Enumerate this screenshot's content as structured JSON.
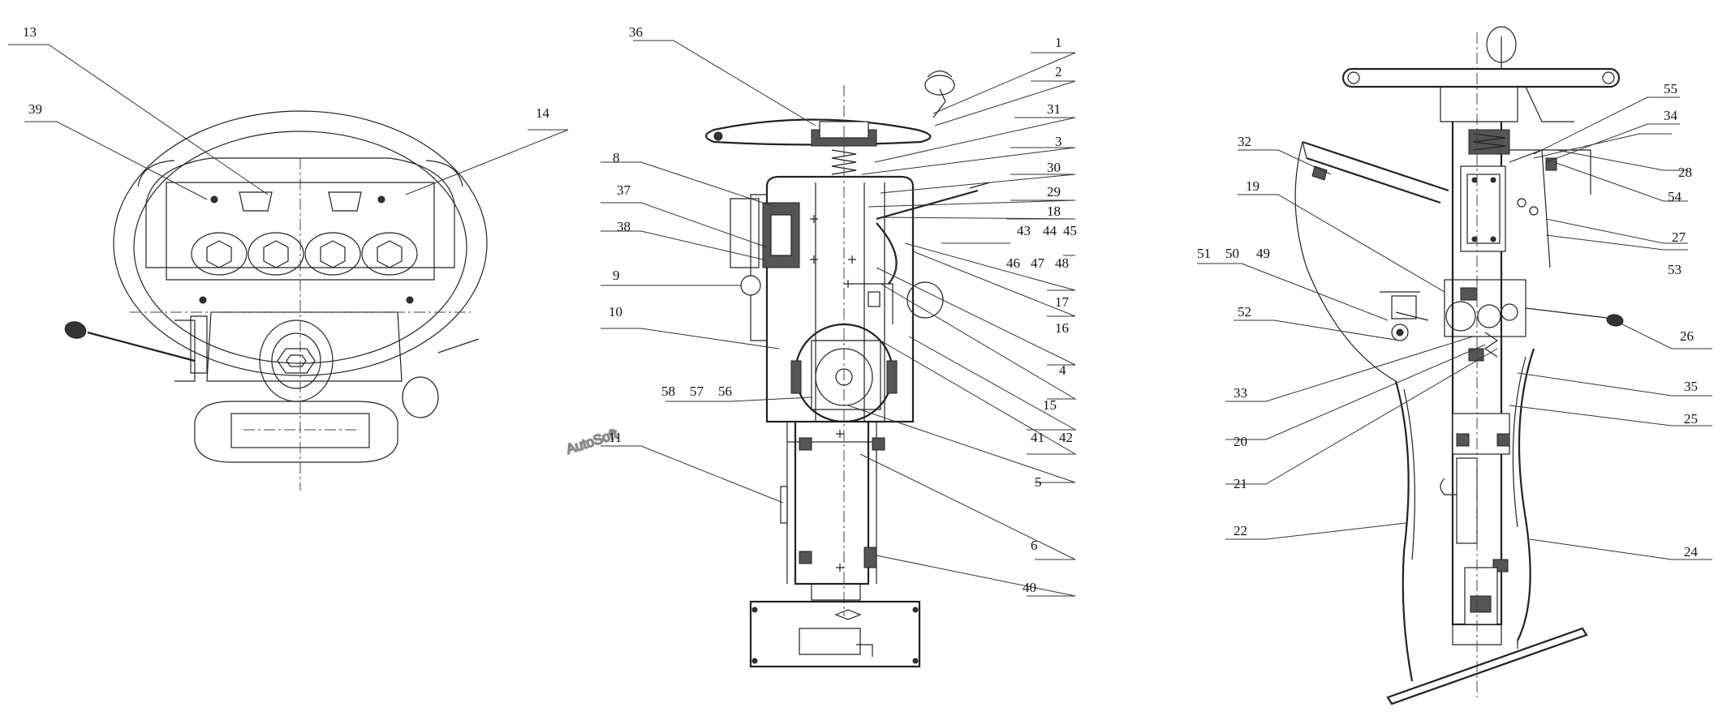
{
  "watermark": "AutoSoft",
  "callouts": {
    "c1": "1",
    "c2": "2",
    "c3": "3",
    "c4": "4",
    "c5": "5",
    "c6": "6",
    "c8": "8",
    "c9": "9",
    "c10": "10",
    "c11": "11",
    "c13": "13",
    "c14": "14",
    "c15": "15",
    "c16": "16",
    "c17": "17",
    "c18": "18",
    "c19": "19",
    "c20": "20",
    "c21": "21",
    "c22": "22",
    "c24": "24",
    "c25": "25",
    "c26": "26",
    "c27": "27",
    "c28": "28",
    "c29": "29",
    "c30": "30",
    "c31": "31",
    "c32": "32",
    "c33": "33",
    "c34": "34",
    "c35": "35",
    "c36": "36",
    "c37": "37",
    "c38": "38",
    "c39": "39",
    "c40": "40",
    "c41": "41",
    "c42": "42",
    "c43": "43",
    "c44": "44",
    "c45": "45",
    "c46": "46",
    "c47": "47",
    "c48": "48",
    "c49": "49",
    "c50": "50",
    "c51": "51",
    "c52": "52",
    "c53": "53",
    "c54": "54",
    "c55": "55",
    "c56": "56",
    "c57": "57",
    "c58": "58"
  }
}
